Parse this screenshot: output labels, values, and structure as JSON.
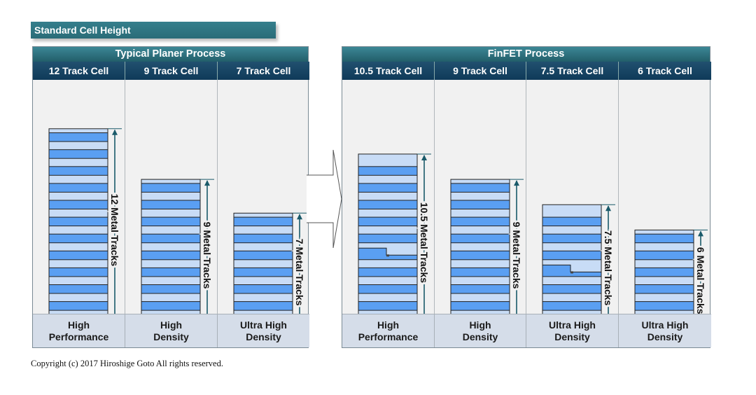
{
  "title": "Standard Cell Height",
  "copyright": "Copyright (c) 2017 Hiroshige Goto All rights reserved.",
  "colors": {
    "track_fill": "#5a9ff2",
    "track_light": "#c8dcf6",
    "arrow_line": "#1a5a6a",
    "header_dark": "#123f5d",
    "header_teal": "#2e7482",
    "footer_bg": "#d5dde9"
  },
  "panels": [
    {
      "title": "Typical Planer Process",
      "columns": [
        {
          "header": "12 Track Cell",
          "label": "12 Metal Tracks",
          "footer": "High\nPerformance",
          "tracks": 12,
          "wide_shape_index": null
        },
        {
          "header": "9 Track Cell",
          "label": "9 Metal Tracks",
          "footer": "High\nDensity",
          "tracks": 9,
          "wide_shape_index": null
        },
        {
          "header": "7 Track Cell",
          "label": "7 Metal Tracks",
          "footer": "Ultra High\nDensity",
          "tracks": 7,
          "wide_shape_index": null
        }
      ]
    },
    {
      "title": "FinFET Process",
      "columns": [
        {
          "header": "10.5 Track Cell",
          "label": "10.5 Metal Tracks",
          "footer": "High\nPerformance",
          "tracks": 10.5,
          "wide_shape_index": 4
        },
        {
          "header": "9 Track Cell",
          "label": "9 Metal Tracks",
          "footer": "High\nDensity",
          "tracks": 9,
          "wide_shape_index": null
        },
        {
          "header": "7.5 Track Cell",
          "label": "7.5 Metal Tracks",
          "footer": "Ultra High\nDensity",
          "tracks": 7.5,
          "wide_shape_index": 3
        },
        {
          "header": "6 Track Cell",
          "label": "6 Metal Tracks",
          "footer": "Ultra High\nDensity",
          "tracks": 6,
          "wide_shape_index": null
        }
      ]
    }
  ]
}
